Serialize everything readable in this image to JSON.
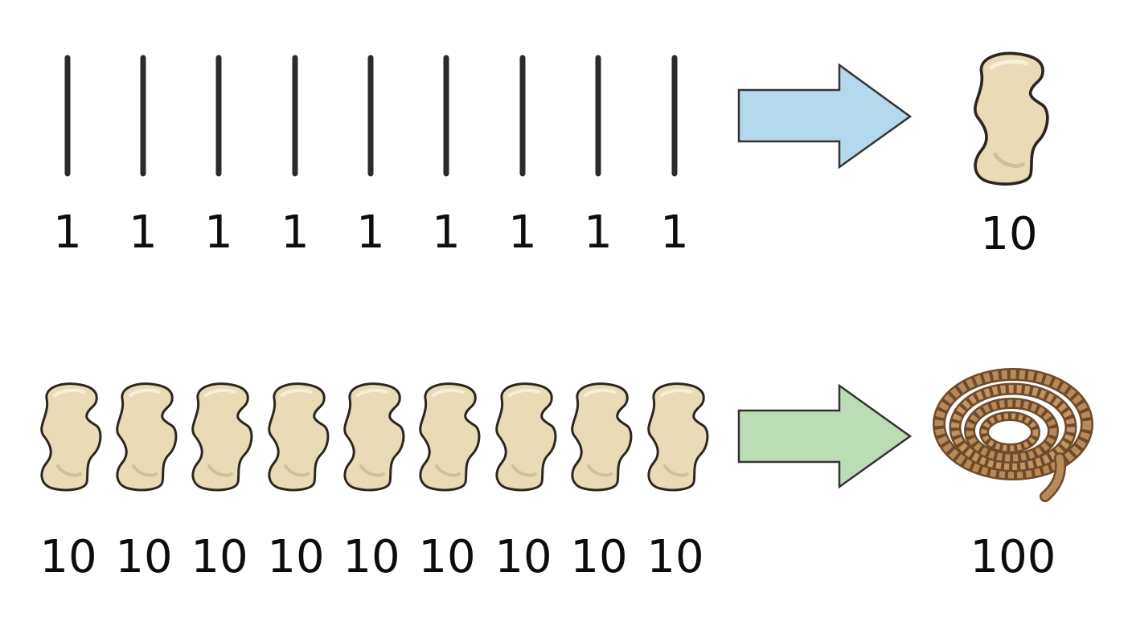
{
  "rows": [
    {
      "id": "ones-to-ten",
      "inputs": {
        "icon": "tally-stroke-icon",
        "count": 9,
        "labels": [
          "1",
          "1",
          "1",
          "1",
          "1",
          "1",
          "1",
          "1",
          "1"
        ]
      },
      "arrow": {
        "icon": "right-arrow-icon",
        "color": "#b4d9ec"
      },
      "result": {
        "icon": "bone-icon",
        "label": "10"
      }
    },
    {
      "id": "tens-to-hundred",
      "inputs": {
        "icon": "bone-icon",
        "count": 9,
        "labels": [
          "10",
          "10",
          "10",
          "10",
          "10",
          "10",
          "10",
          "10",
          "10"
        ]
      },
      "arrow": {
        "icon": "right-arrow-icon",
        "color": "#bcdcb5"
      },
      "result": {
        "icon": "coiled-rope-icon",
        "label": "100"
      }
    }
  ],
  "colors": {
    "bone_fill": "#e8dbb6",
    "bone_outline": "#2c2620",
    "rope_fill": "#b98a59",
    "rope_dark": "#6f4b2a",
    "text": "#0d0d0d"
  }
}
